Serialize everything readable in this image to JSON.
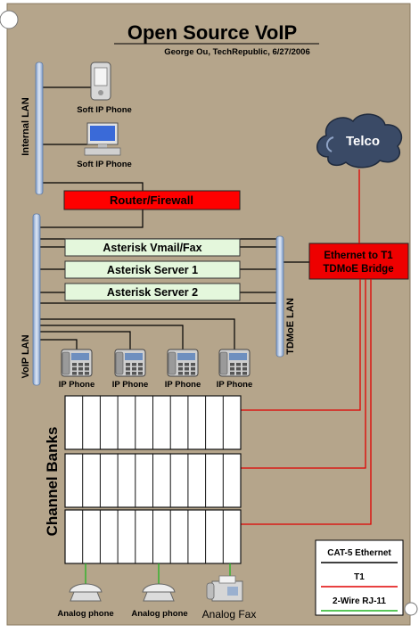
{
  "title": "Open Source VoIP",
  "subtitle": "George Ou, TechRepublic, 6/27/2006",
  "lans": {
    "internal": "Internal LAN",
    "voip": "VoIP LAN",
    "tdmoe": "TDMoE LAN"
  },
  "soft_phone_label_1": "Soft IP Phone",
  "soft_phone_label_2": "Soft IP Phone",
  "router": "Router/Firewall",
  "servers": [
    "Asterisk Vmail/Fax",
    "Asterisk Server 1",
    "Asterisk Server 2"
  ],
  "bridge": {
    "line1": "Ethernet to T1",
    "line2": "TDMoE Bridge"
  },
  "telco": "Telco",
  "ip_phones": [
    "IP Phone",
    "IP Phone",
    "IP Phone",
    "IP Phone"
  ],
  "channel_banks": "Channel Banks",
  "analog": [
    "Analog phone",
    "Analog phone",
    "Analog Fax"
  ],
  "legend": [
    {
      "label": "CAT-5 Ethernet",
      "color": "#000000"
    },
    {
      "label": "T1",
      "color": "#e00000"
    },
    {
      "label": "2-Wire RJ-11",
      "color": "#22b422"
    }
  ],
  "colors": {
    "board": "#b5a58b",
    "router_fill": "#ff0000",
    "server_fill": "#e4f7dc",
    "bridge_fill": "#ee0000",
    "lan_bar": "#9db4d6",
    "t1": "#e00000",
    "rj11": "#22b422"
  }
}
